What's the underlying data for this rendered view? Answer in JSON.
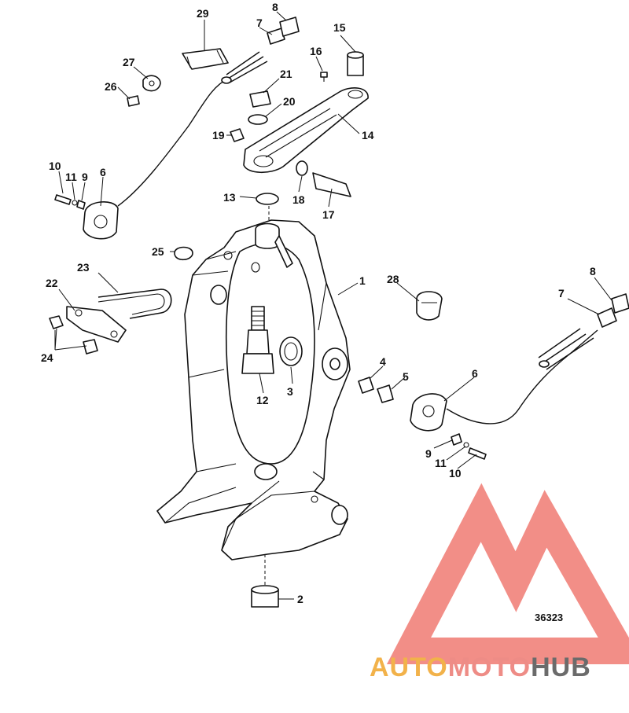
{
  "figure_number": "36323",
  "watermark": {
    "part1": "AUTO",
    "part2": "MOTO",
    "part3": "HUB",
    "triangle_color": "#f07a72",
    "auto_color": "#f2b24a",
    "hub_color": "#6b6b6b"
  },
  "callouts": {
    "c1": "1",
    "c2": "2",
    "c3": "3",
    "c4": "4",
    "c5": "5",
    "c6a": "6",
    "c6b": "6",
    "c7a": "7",
    "c7b": "7",
    "c8a": "8",
    "c8b": "8",
    "c9a": "9",
    "c9b": "9",
    "c10a": "10",
    "c10b": "10",
    "c11a": "11",
    "c11b": "11",
    "c12": "12",
    "c13": "13",
    "c14": "14",
    "c15": "15",
    "c16": "16",
    "c17": "17",
    "c18": "18",
    "c19": "19",
    "c20": "20",
    "c21": "21",
    "c22": "22",
    "c23": "23",
    "c24": "24",
    "c25": "25",
    "c26": "26",
    "c27": "27",
    "c28": "28",
    "c29": "29"
  }
}
